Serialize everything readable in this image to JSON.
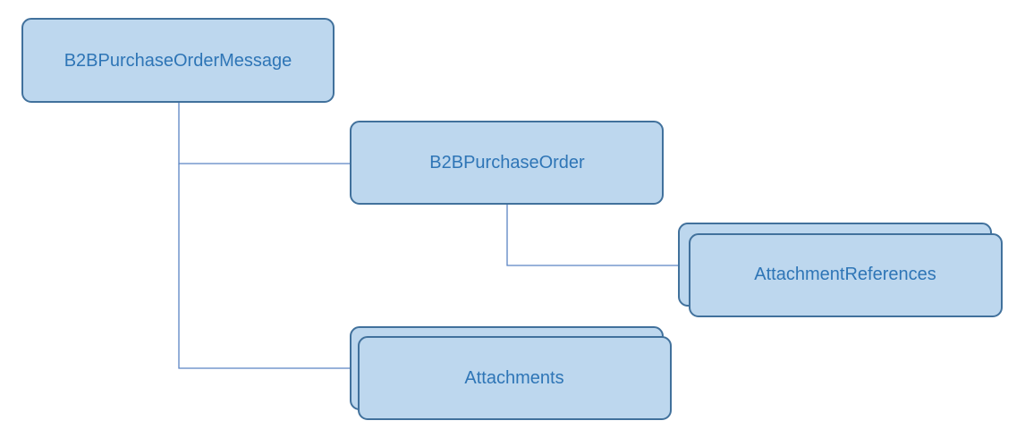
{
  "colors": {
    "box_fill": "#bdd7ee",
    "box_border": "#41719c",
    "text": "#2e75b6",
    "connector": "#5b84c4",
    "background": "#ffffff"
  },
  "nodes": {
    "message": {
      "label": "B2BPurchaseOrderMessage",
      "multiple": false
    },
    "order": {
      "label": "B2BPurchaseOrder",
      "multiple": false
    },
    "attachment_references": {
      "label": "AttachmentReferences",
      "multiple": true
    },
    "attachments": {
      "label": "Attachments",
      "multiple": true
    }
  },
  "edges": [
    {
      "from": "message",
      "to": "order"
    },
    {
      "from": "message",
      "to": "attachments"
    },
    {
      "from": "order",
      "to": "attachment_references"
    }
  ]
}
